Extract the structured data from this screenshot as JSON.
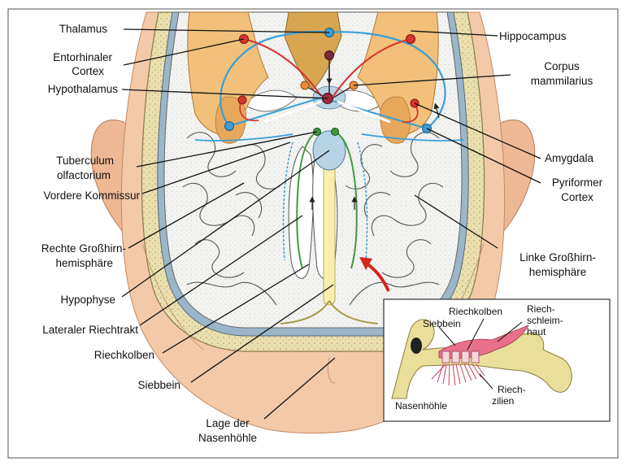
{
  "labels": {
    "thalamus": "Thalamus",
    "entorhinaler_1": "Entorhinaler",
    "entorhinaler_2": "Cortex",
    "hypothalamus": "Hypothalamus",
    "tuberculum_1": "Tuberculum",
    "tuberculum_2": "olfactorium",
    "vordere_kommissur": "Vordere Kommissur",
    "rechte_1": "Rechte Großhirn-",
    "rechte_2": "hemisphäre",
    "hypophyse": "Hypophyse",
    "lateraler_riechtrakt": "Lateraler Riechtrakt",
    "riechkolben": "Riechkolben",
    "siebbein": "Siebbein",
    "lage_1": "Lage der",
    "lage_2": "Nasenhöhle",
    "hippocampus": "Hippocampus",
    "corpus_1": "Corpus",
    "corpus_2": "mammilarius",
    "amygdala": "Amygdala",
    "pyriformer_1": "Pyriformer",
    "pyriformer_2": "Cortex",
    "linke_1": "Linke Großhirn-",
    "linke_2": "hemisphäre"
  },
  "inset": {
    "riechkolben": "Riechkolben",
    "siebbein": "Siebbein",
    "schleim_1": "Riech-",
    "schleim_2": "schleim-",
    "schleim_3": "haut",
    "zilien_1": "Riech-",
    "zilien_2": "zilien",
    "nasenhoehle": "Nasenhöhle"
  },
  "colors": {
    "skin": "#f4c9a8",
    "ear": "#efb894",
    "skull": "#eadfae",
    "brain": "#f3f3f1",
    "limbic": "#f2c07a",
    "blue_pathway": "#3a9fd6",
    "red_pathway": "#d8342c",
    "green_tract": "#3f9a3f",
    "hypophysis": "#b7d3e6",
    "bulb": "#f6efb0",
    "mucosa": "#e8708a",
    "arrow": "#d2271c"
  }
}
